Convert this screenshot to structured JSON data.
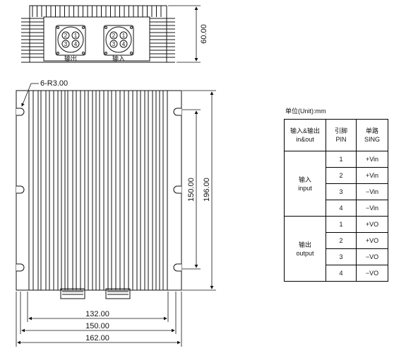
{
  "top_view": {
    "height_dim": "60.00",
    "connectors": [
      {
        "label": "输出",
        "pins": [
          "2",
          "1",
          "3",
          "4"
        ]
      },
      {
        "label": "输入",
        "pins": [
          "2",
          "1",
          "3",
          "4"
        ]
      }
    ]
  },
  "front_view": {
    "hole_callout": "6-R3.00",
    "dims": {
      "height_inner": "150.00",
      "height_outer": "196.00",
      "width_1": "132.00",
      "width_2": "150.00",
      "width_3": "162.00"
    }
  },
  "pin_table": {
    "unit_note": "单位(Unit):mm",
    "headers": {
      "col1_cn": "输入&输出",
      "col1_en": "in&out",
      "col2_cn": "引脚",
      "col2_en": "PIN",
      "col3_cn": "单路",
      "col3_en": "SING"
    },
    "groups": [
      {
        "cn": "输入",
        "en": "input",
        "rows": [
          {
            "pin": "1",
            "sig": "+Vin"
          },
          {
            "pin": "2",
            "sig": "+Vin"
          },
          {
            "pin": "3",
            "sig": "−Vin"
          },
          {
            "pin": "4",
            "sig": "−Vin"
          }
        ]
      },
      {
        "cn": "输出",
        "en": "output",
        "rows": [
          {
            "pin": "1",
            "sig": "+VO"
          },
          {
            "pin": "2",
            "sig": "+VO"
          },
          {
            "pin": "3",
            "sig": "−VO"
          },
          {
            "pin": "4",
            "sig": "−VO"
          }
        ]
      }
    ]
  }
}
